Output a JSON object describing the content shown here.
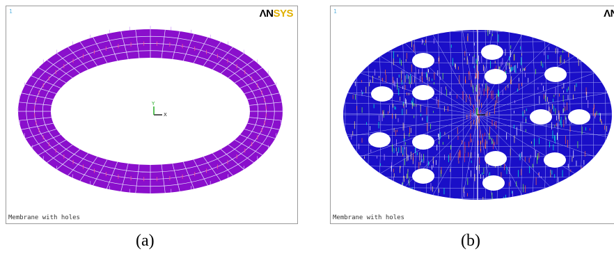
{
  "panels": [
    {
      "window_number": "1",
      "logo_an": "ΛN",
      "logo_sys": "SYS",
      "caption": "Membrane with holes",
      "axis_y": "Y",
      "axis_x": "X",
      "fill_color": "#8a0fcc",
      "mesh_color": "#e8e8ff"
    },
    {
      "window_number": "1",
      "logo_an": "ΛN",
      "logo_sys": "",
      "caption": "Membrane with holes",
      "fill_color": "#1a0fc8",
      "mesh_color": "#d8e0ff"
    }
  ],
  "figure_labels": [
    "(a)",
    "(b)"
  ]
}
